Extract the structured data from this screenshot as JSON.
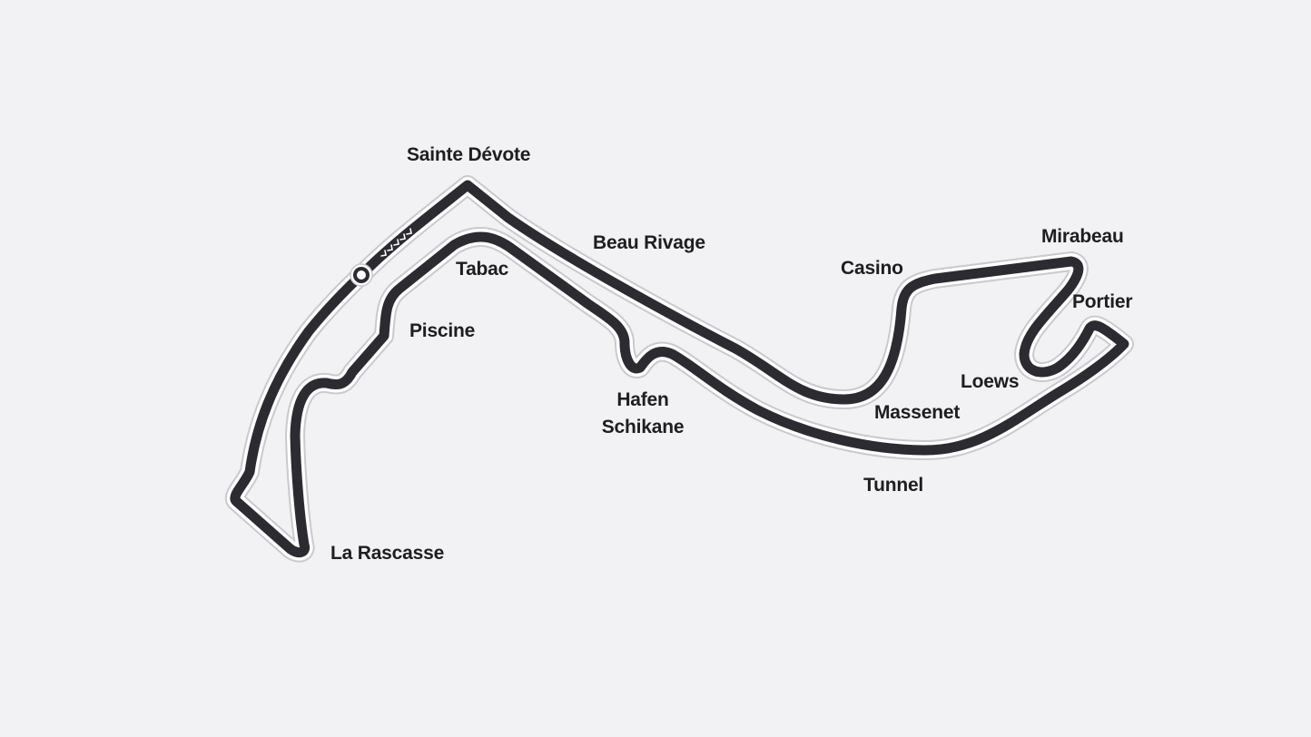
{
  "map": {
    "background": "#f2f2f4",
    "track_color": "#2b2b31",
    "track_outline_color": "#ffffff",
    "track_shadow_color": "#c9c9cf",
    "start_marker": "start-finish-circle-icon",
    "direction_marker": "direction-chevrons-icon"
  },
  "corners": {
    "sainte_devote": "Sainte Dévote",
    "beau_rivage": "Beau Rivage",
    "tabac": "Tabac",
    "casino": "Casino",
    "mirabeau": "Mirabeau",
    "portier": "Portier",
    "piscine": "Piscine",
    "loews": "Loews",
    "hafen_line1": "Hafen",
    "hafen_line2": "Schikane",
    "massenet": "Massenet",
    "tunnel": "Tunnel",
    "la_rascasse": "La Rascasse"
  }
}
